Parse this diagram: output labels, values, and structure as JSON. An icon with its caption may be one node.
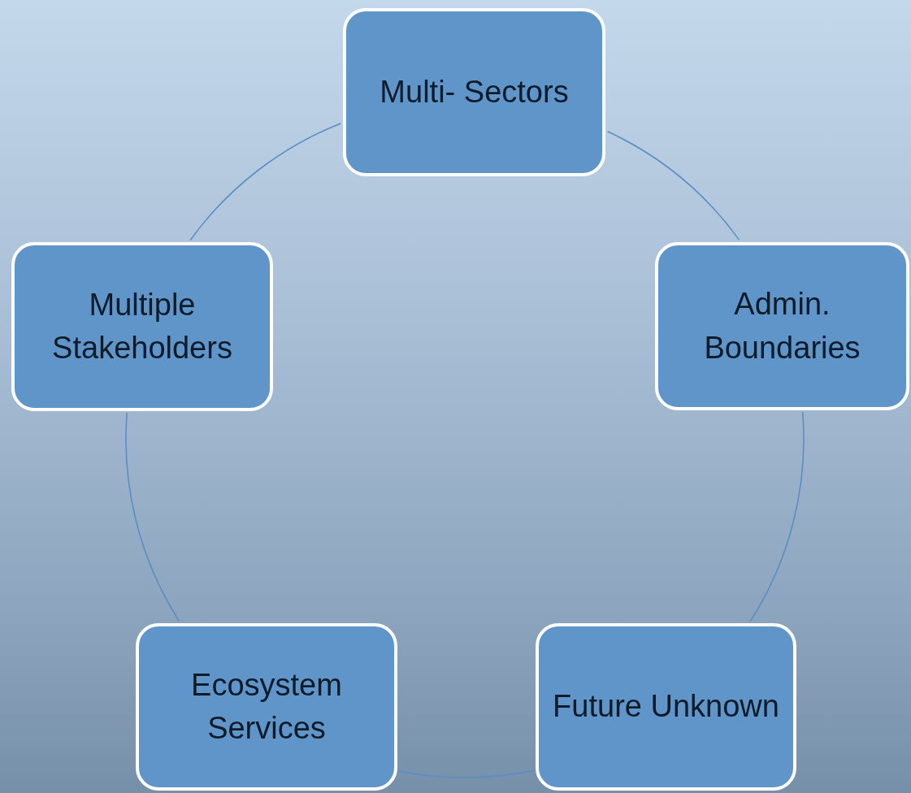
{
  "diagram": {
    "nodes": [
      {
        "text": [
          "Multi- Sectors"
        ]
      },
      {
        "text": [
          "Admin. Boundaries"
        ]
      },
      {
        "text": [
          "Future Unknown"
        ]
      },
      {
        "text": [
          "Ecosystem Services"
        ]
      },
      {
        "text": [
          "Multiple Stakeholders"
        ]
      }
    ],
    "edges": [
      {
        "from": 0,
        "to": 1,
        "arrow": "none"
      },
      {
        "from": 1,
        "to": 2,
        "arrow": "none"
      },
      {
        "from": 2,
        "to": 3,
        "arrow": "none"
      },
      {
        "from": 3,
        "to": 4,
        "arrow": "none"
      },
      {
        "from": 4,
        "to": 0,
        "arrow": "none"
      }
    ]
  }
}
